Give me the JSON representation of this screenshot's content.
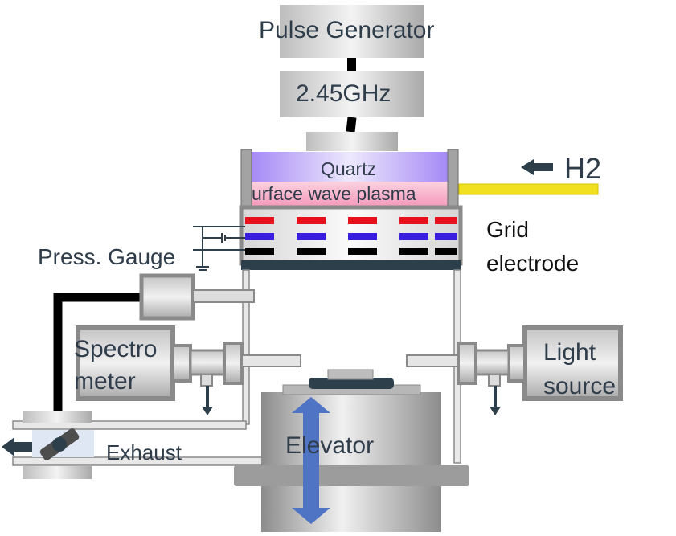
{
  "labels": {
    "pulse_generator": "Pulse Generator",
    "frequency": "2.45GHz",
    "quartz": "Quartz",
    "plasma": "urface wave plasma",
    "h2": "H2",
    "grid_line1": "Grid",
    "grid_line2": "electrode",
    "press_gauge": "Press. Gauge",
    "spectro_line1": "Spectro",
    "spectro_line2": "meter",
    "light_line1": "Light",
    "light_line2": "source",
    "exhaust": "Exhaust",
    "elevator": "Elevator"
  },
  "colors": {
    "gas_line": "#f0e020",
    "grid_top": "#e8101a",
    "grid_middle": "#3a1ee0",
    "grid_bottom": "#000000",
    "plasma_violet": "#a98cf6",
    "plasma_pink": "#f7a9c6",
    "elevator_arrow": "#4f74c4",
    "chamber_grey": "#9c9c9c",
    "dark_slate": "#2d3f4b"
  }
}
